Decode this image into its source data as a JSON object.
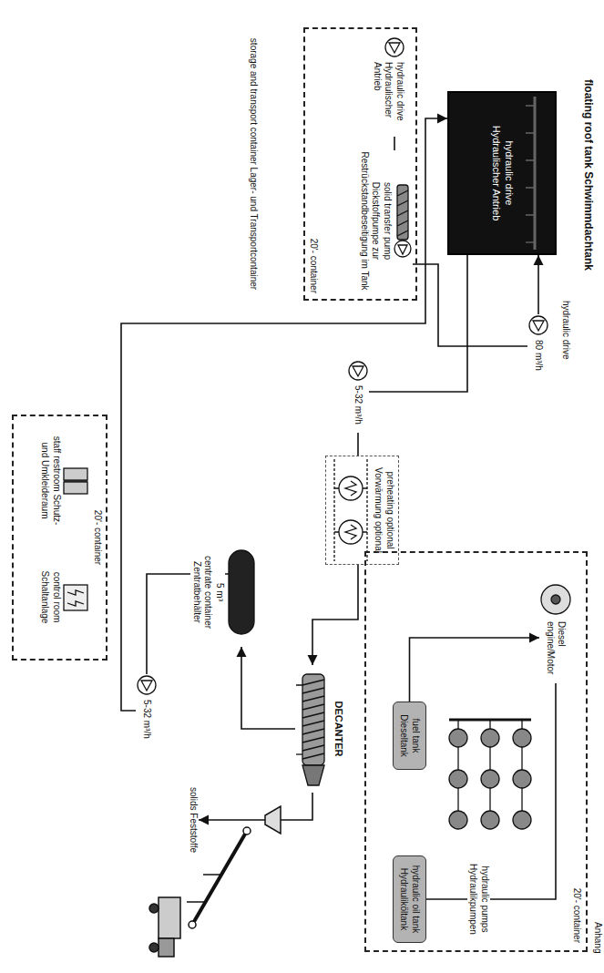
{
  "diagram": {
    "nodes": [
      {
        "text": [
          "floating roof tank Schwimmdachtank",
          "hydraulic drive Hydraulischer Antrieb"
        ]
      },
      {
        "text": [
          "20'- container"
        ]
      },
      {
        "text": [
          "hydraulic drive Hydraulischer Antrieb"
        ],
        "in": 1
      },
      {
        "text": [
          "solid transfer pump Dickstoffpumpe zur Restrückstandbeseitigung im Tank"
        ],
        "in": 1
      },
      {
        "text": [
          "storage and transport container Lager- und Transportcontainer"
        ]
      },
      {
        "text": [
          "80 m³/h"
        ]
      },
      {
        "text": [
          "5-32 m³/h"
        ]
      },
      {
        "text": [
          "preheating optional Vorwärmung optional"
        ]
      },
      {
        "text": [
          "20'- container"
        ]
      },
      {
        "text": [
          "staff restroom Schutz- und Umkleideraum"
        ],
        "in": 8
      },
      {
        "text": [
          "control room Schaltanlage"
        ],
        "in": 8
      },
      {
        "text": [
          "5-32 m³/h"
        ]
      },
      {
        "text": [
          "DECANTER"
        ]
      },
      {
        "text": [
          "5 m³",
          "centrate container Zentratbehälter"
        ]
      },
      {
        "text": [
          "solids Feststoffe"
        ]
      },
      {
        "text": [
          "20'- container"
        ]
      },
      {
        "text": [
          "Diesel engine/Motor"
        ],
        "in": 15
      },
      {
        "text": [
          "fuel tank Dieseltank"
        ],
        "in": 15
      },
      {
        "text": [
          "hydraulic oil tank Hydrauliköltank"
        ],
        "in": 15
      },
      {
        "text": [
          "hydraulic pumps Hydraulikpumpen"
        ],
        "in": 15
      }
    ],
    "edges": [
      {
        "from": 2,
        "to": 3,
        "arrow": "none"
      },
      {
        "from": 3,
        "to": 5,
        "arrow": "none"
      },
      {
        "from": 5,
        "to": 0,
        "arrow": "to"
      },
      {
        "from": 0,
        "to": 6,
        "arrow": "none"
      },
      {
        "from": 6,
        "to": 7,
        "arrow": "none"
      },
      {
        "from": 7,
        "to": 12,
        "arrow": "to"
      },
      {
        "from": 12,
        "to": 13,
        "arrow": "to"
      },
      {
        "from": 13,
        "to": 11,
        "arrow": "none"
      },
      {
        "from": 11,
        "to": 0,
        "arrow": "to"
      },
      {
        "from": 12,
        "to": 14,
        "arrow": "to"
      },
      {
        "from": 17,
        "to": 16,
        "arrow": "to"
      },
      {
        "from": 16,
        "to": 19,
        "arrow": "none"
      },
      {
        "from": 18,
        "to": 19,
        "arrow": "none"
      }
    ],
    "labels": [
      "hydraulic drive",
      "Anhang"
    ]
  }
}
